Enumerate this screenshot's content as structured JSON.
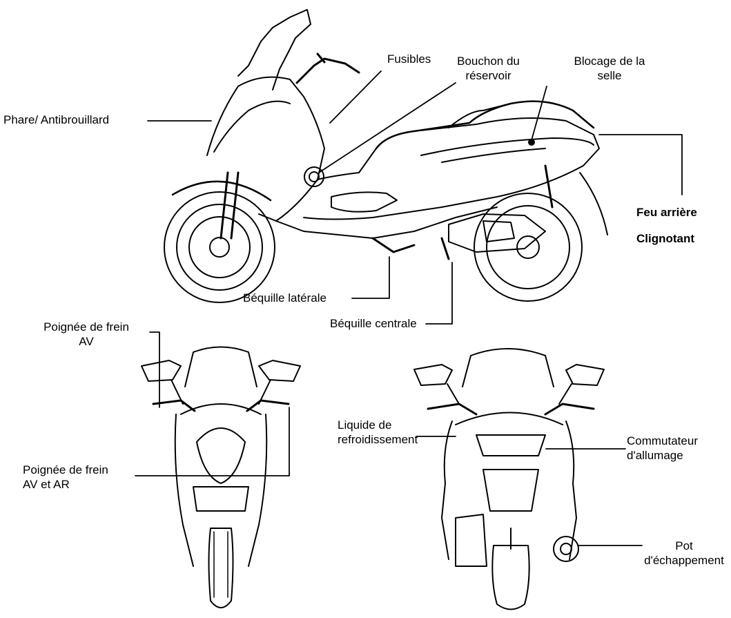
{
  "labels": {
    "phare": "Phare/ Antibrouillard",
    "fusibles": "Fusibles",
    "bouchon_l1": "Bouchon du",
    "bouchon_l2": "réservoir",
    "blocage_l1": "Blocage de la",
    "blocage_l2": "selle",
    "feu_arriere": "Feu arrière",
    "clignotant": "Clignotant",
    "bequille_laterale": "Béquille latérale",
    "bequille_centrale": "Béquille centrale",
    "frein_av_l1": "Poignée de frein",
    "frein_av_l2": "AV",
    "frein_avar_l1": "Poignée de frein",
    "frein_avar_l2": "AV et AR",
    "liquide_l1": "Liquide de",
    "liquide_l2": "refroidissement",
    "commutateur_l1": "Commutateur",
    "commutateur_l2": "d'allumage",
    "pot_l1": "Pot",
    "pot_l2": "d'échappement"
  },
  "colors": {
    "ink": "#000000",
    "paper": "#ffffff"
  }
}
